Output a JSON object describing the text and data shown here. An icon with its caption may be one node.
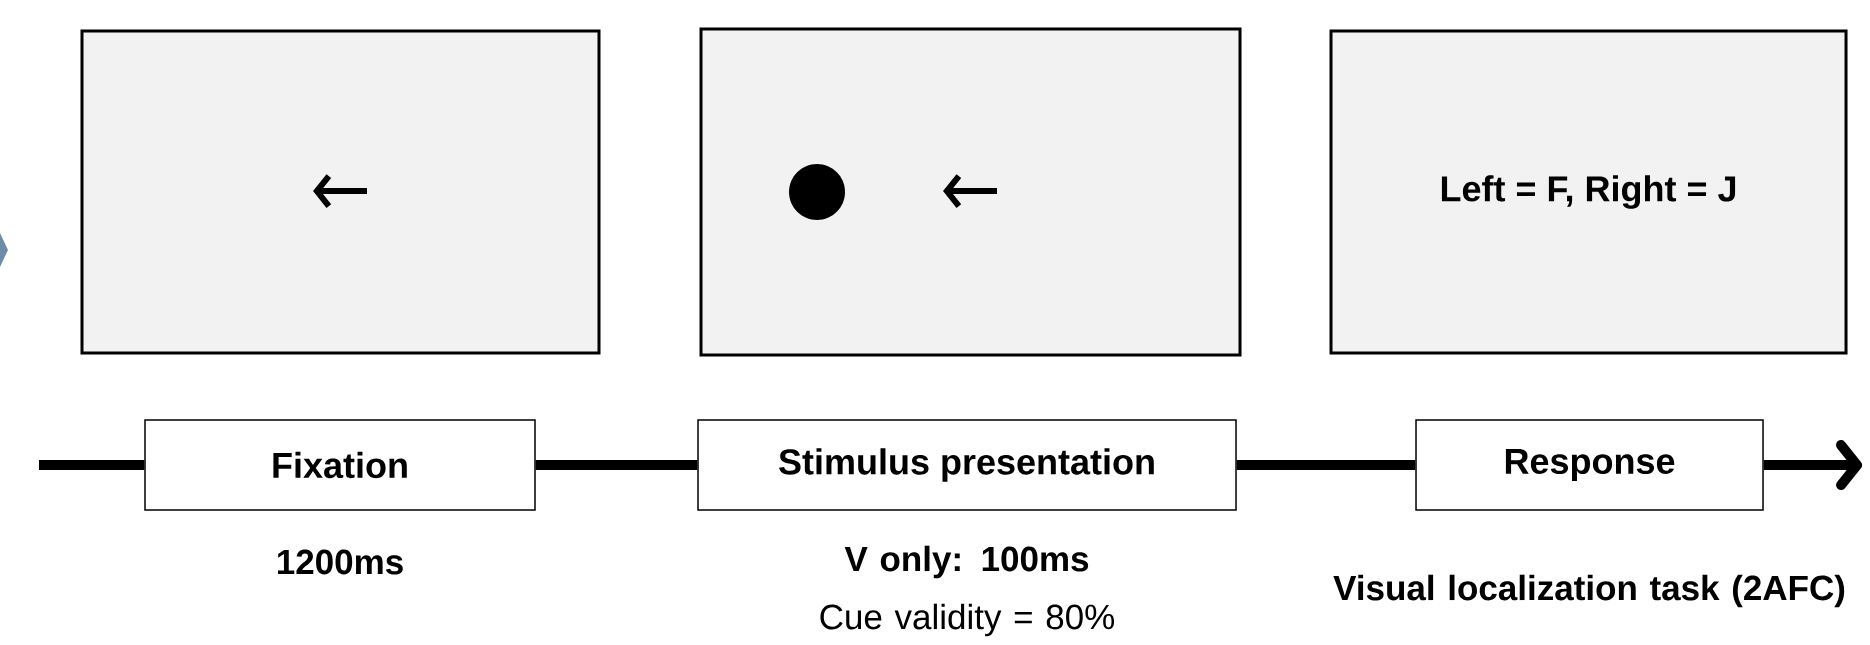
{
  "diagram": {
    "nodes": [
      {
        "text": [],
        "shape": "box"
      },
      {
        "text": [],
        "shape": "box"
      },
      {
        "text": [
          "Left = F, Right = J"
        ]
      },
      {
        "text": [
          "Fixation"
        ],
        "beside": [
          "1200ms"
        ]
      },
      {
        "text": [
          "Stimulus presentation"
        ],
        "beside": [
          "V only: 100ms",
          "Cue validity = 80%"
        ]
      },
      {
        "text": [
          "Response"
        ],
        "beside": [
          "Visual localization task (2AFC)"
        ]
      }
    ],
    "edges": [
      {
        "from": null,
        "to": 3,
        "arrow": "none"
      },
      {
        "from": 3,
        "to": 4,
        "arrow": "none"
      },
      {
        "from": 4,
        "to": 5,
        "arrow": "none"
      },
      {
        "from": 5,
        "to": null,
        "arrow": "to"
      }
    ]
  }
}
